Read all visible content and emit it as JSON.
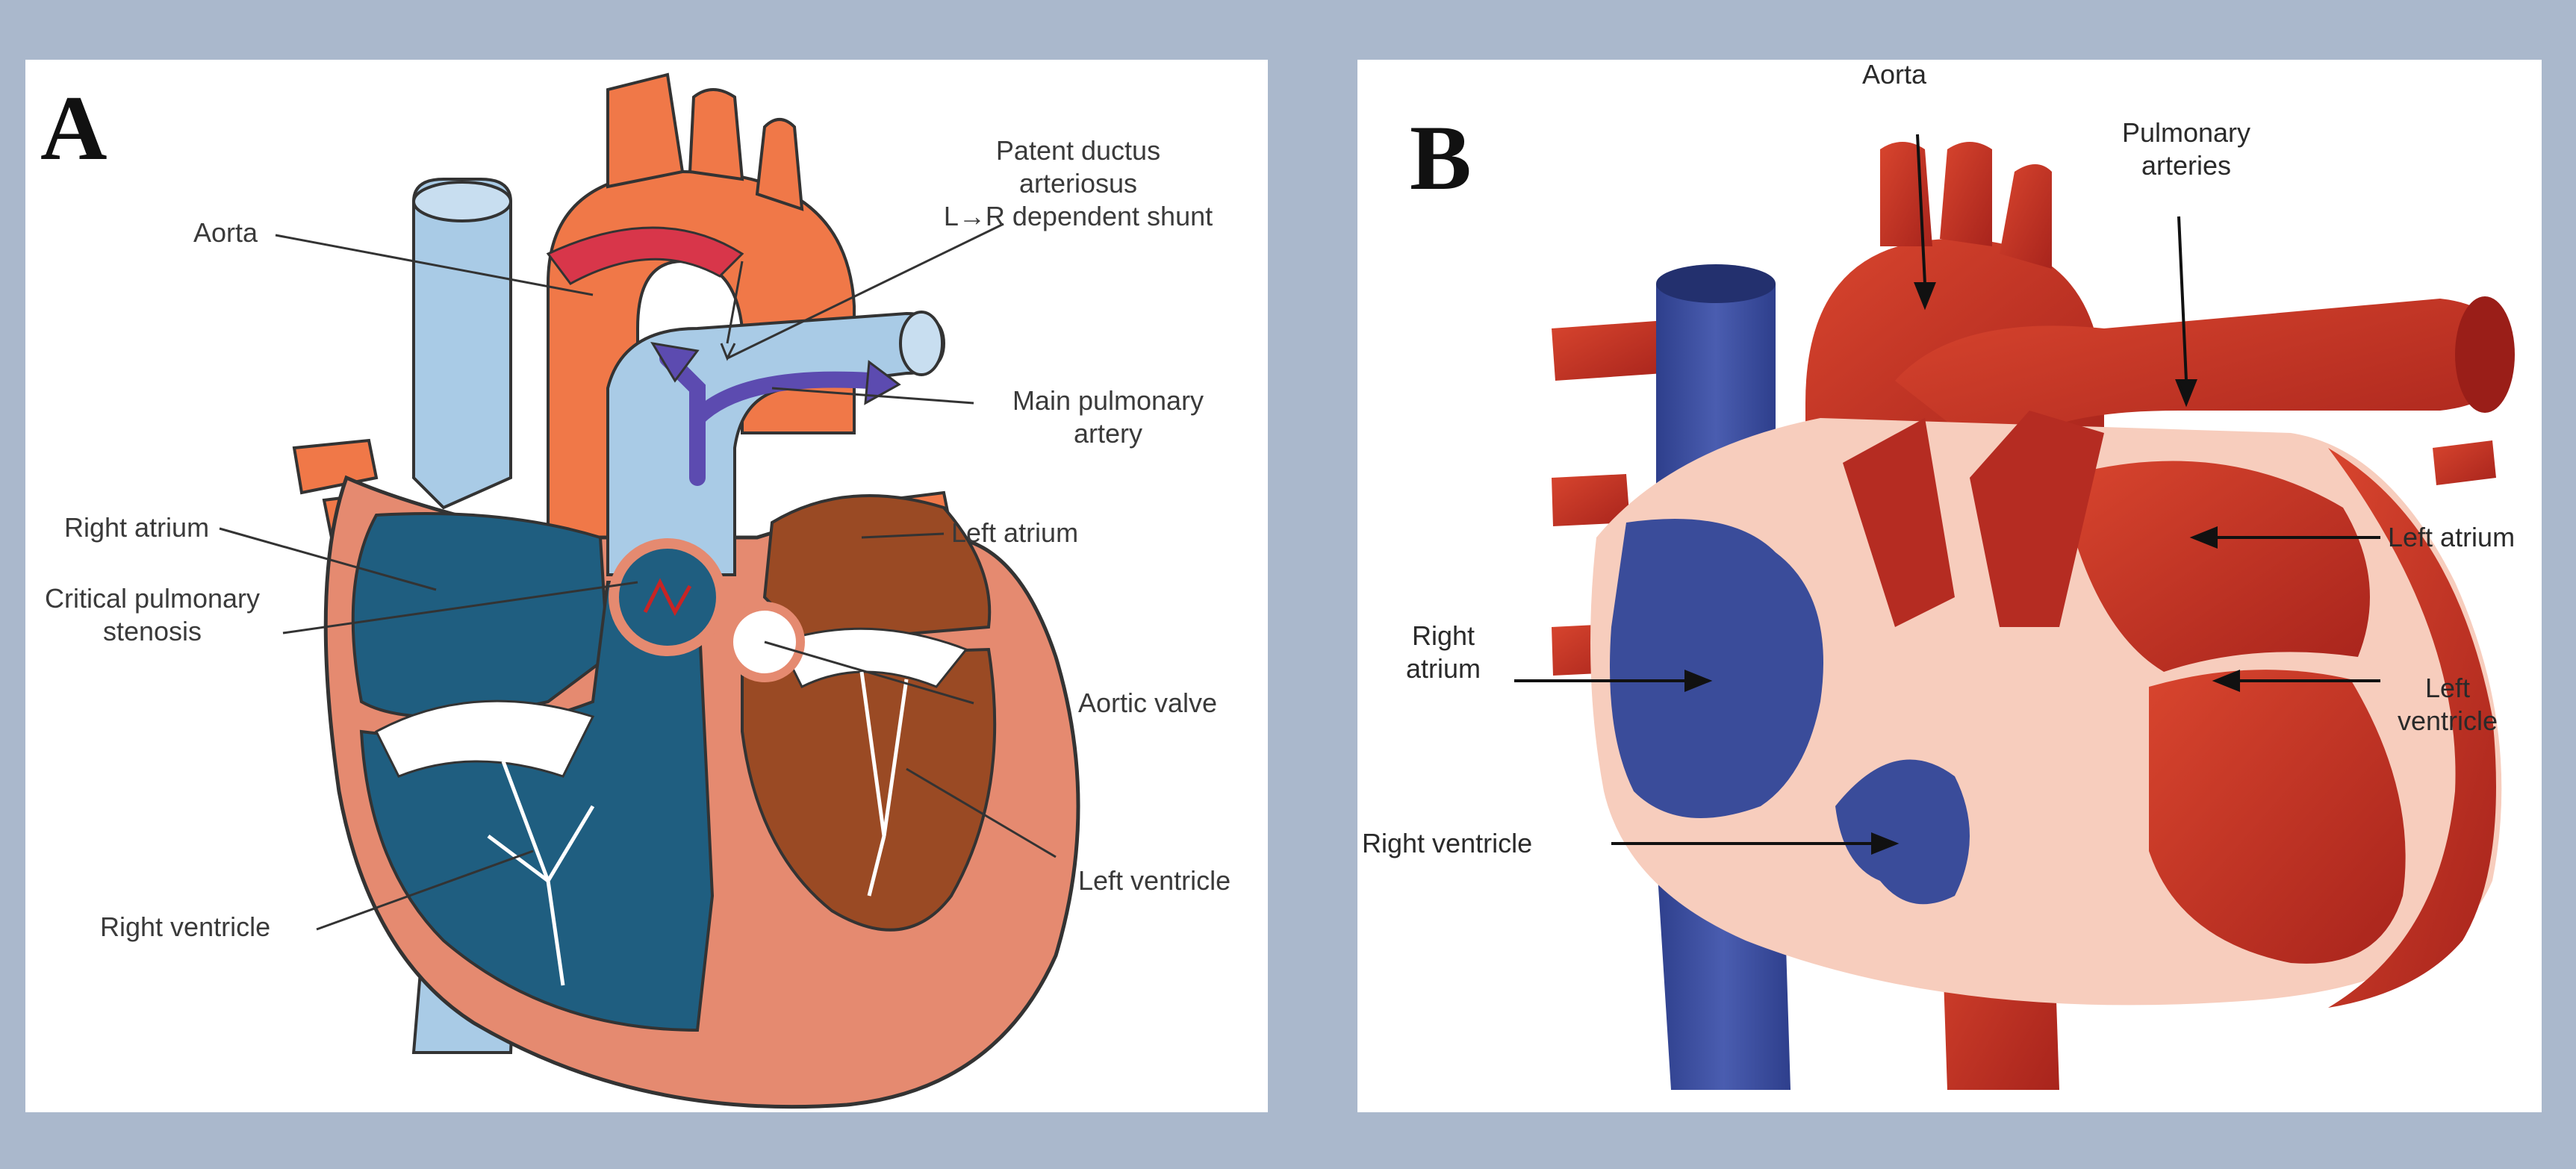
{
  "panels": [
    {
      "letter": "A",
      "labels": {
        "aorta": "Aorta",
        "pda": [
          "Patent ductus",
          "arteriosus",
          "L→R dependent shunt"
        ],
        "main_pulmonary_artery": [
          "Main pulmonary",
          "artery"
        ],
        "right_atrium": "Right atrium",
        "left_atrium": "Left atrium",
        "critical_pulmonary_stenosis": [
          "Critical pulmonary",
          "stenosis"
        ],
        "aortic_valve": "Aortic valve",
        "left_ventricle": "Left ventricle",
        "right_ventricle": "Right ventricle"
      }
    },
    {
      "letter": "B",
      "labels": {
        "aorta": "Aorta",
        "pulmonary_arteries": [
          "Pulmonary",
          "arteries"
        ],
        "left_atrium": "Left atrium",
        "right_atrium": [
          "Right",
          "atrium"
        ],
        "left_ventricle": [
          "Left",
          "ventricle"
        ],
        "right_ventricle": "Right ventricle"
      }
    }
  ],
  "colors": {
    "background_frame": "#aab8cc",
    "aorta_orange": "#f07848",
    "vena_cava_light_blue": "#a9cbe6",
    "chamber_teal": "#1f5e80",
    "left_heart_brown": "#9a4a24",
    "myocardium_salmon": "#e58a70",
    "deoxygenated_blue": "#3a4c9a",
    "oxygenated_red": "#c8322a",
    "septum_pink": "#f7cdbd"
  }
}
